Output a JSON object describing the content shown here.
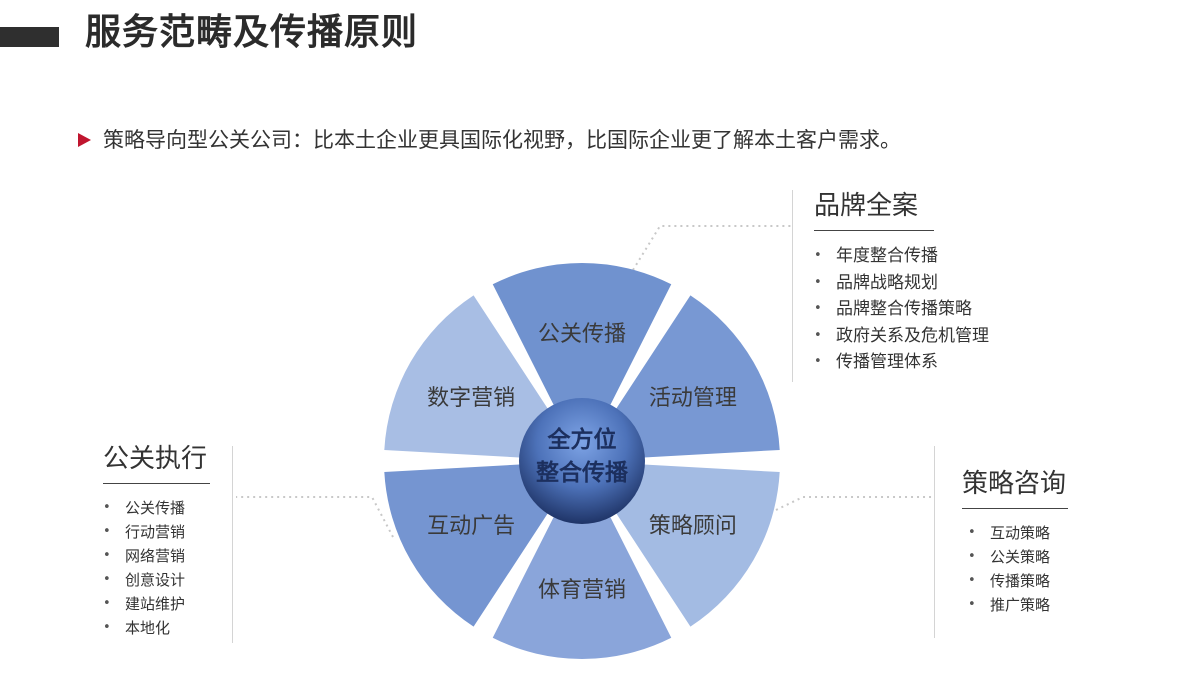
{
  "header": {
    "title": "服务范畴及传播原则"
  },
  "tagline": {
    "text": "策略导向型公关公司：比本土企业更具国际化视野，比国际企业更了解本土客户需求。",
    "marker_color": "#c0152f"
  },
  "wheel": {
    "center_line1": "全方位",
    "center_line2": "整合传播",
    "segments": [
      {
        "label": "公关传播",
        "color": "#7092cf"
      },
      {
        "label": "活动管理",
        "color": "#7898d3"
      },
      {
        "label": "策略顾问",
        "color": "#a3bbe3"
      },
      {
        "label": "体育营销",
        "color": "#8aa5da"
      },
      {
        "label": "互动广告",
        "color": "#7595d1"
      },
      {
        "label": "数字营销",
        "color": "#a8bee4"
      }
    ]
  },
  "callouts": {
    "brand": {
      "title": "品牌全案",
      "items": [
        "年度整合传播",
        "品牌战略规划",
        "品牌整合传播策略",
        "政府关系及危机管理",
        "传播管理体系"
      ]
    },
    "execution": {
      "title": "公关执行",
      "items": [
        "公关传播",
        "行动营销",
        "网络营销",
        "创意设计",
        "建站维护",
        "本地化"
      ]
    },
    "strategy": {
      "title": "策略咨询",
      "items": [
        "互动策略",
        "公关策略",
        "传播策略",
        "推广策略"
      ]
    }
  }
}
